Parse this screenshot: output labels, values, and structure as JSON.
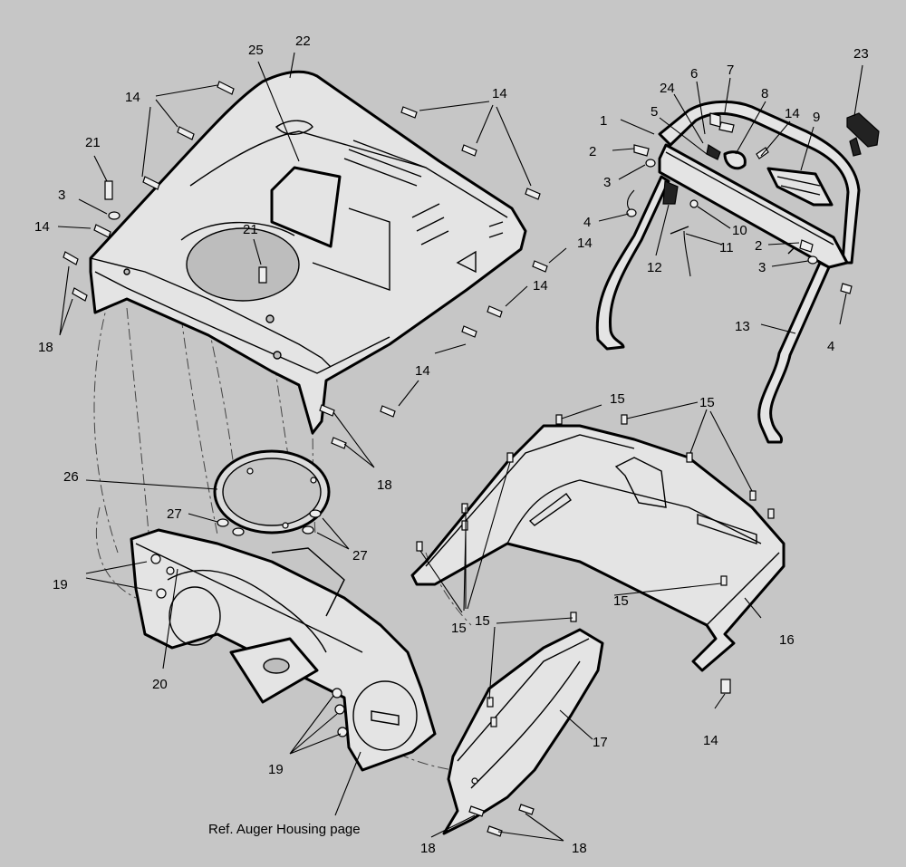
{
  "labels": {
    "l22": "22",
    "l25": "25",
    "l14a": "14",
    "l14b": "14",
    "l21a": "21",
    "l3a": "3",
    "l14c": "14",
    "l21b": "21",
    "l18a": "18",
    "l14d": "14",
    "l14e": "14",
    "l14f": "14",
    "l18b": "18",
    "l26": "26",
    "l27a": "27",
    "l27b": "27",
    "l19a": "19",
    "l20": "20",
    "l19b": "19",
    "ref": "Ref. Auger Housing page",
    "l23": "23",
    "l7": "7",
    "l6": "6",
    "l24": "24",
    "l8": "8",
    "l1": "1",
    "l5": "5",
    "l14g": "14",
    "l9": "9",
    "l2a": "2",
    "l3b": "3",
    "l4a": "4",
    "l10": "10",
    "l11": "11",
    "l12": "12",
    "l2b": "2",
    "l3c": "3",
    "l13": "13",
    "l4b": "4",
    "l15a": "15",
    "l15b": "15",
    "l15c": "15",
    "l15d": "15",
    "l16": "16",
    "l14h": "14",
    "l15e": "15",
    "l17": "17",
    "l18c": "18",
    "l18d": "18"
  }
}
